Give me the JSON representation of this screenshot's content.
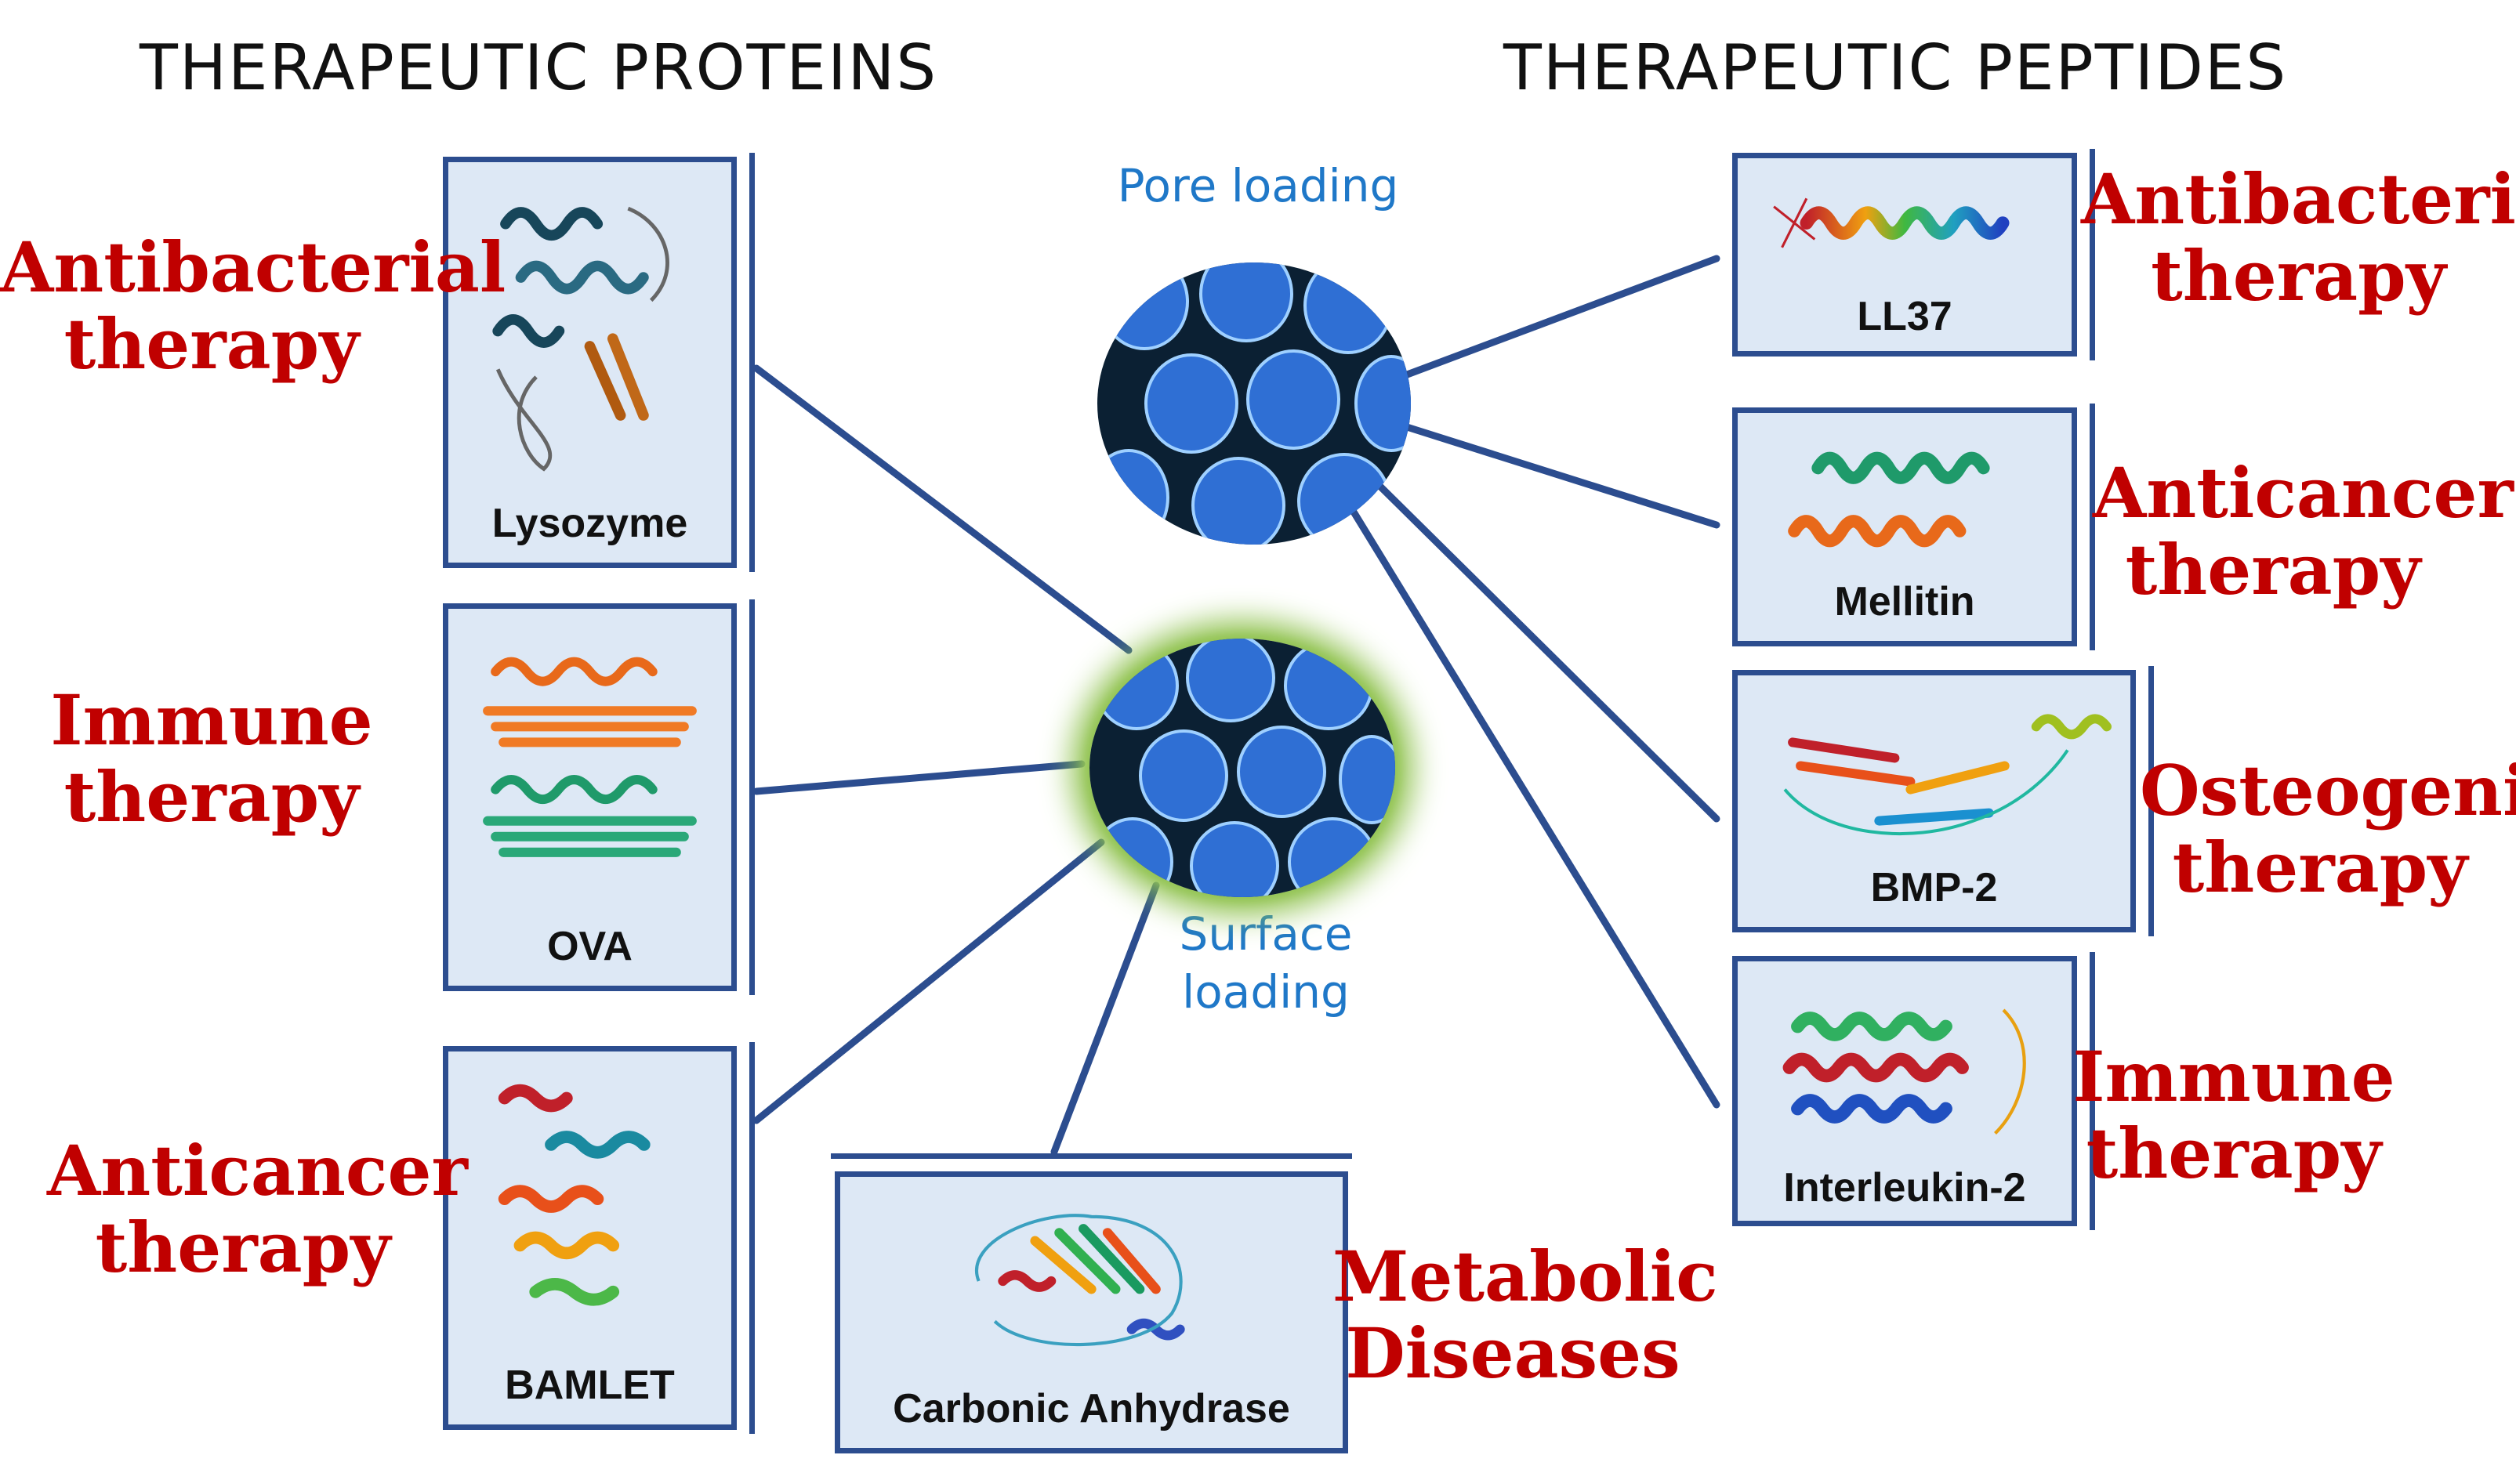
{
  "headings": {
    "proteins": "THERAPEUTIC PROTEINS",
    "peptides": "THERAPEUTIC PEPTIDES"
  },
  "loading": {
    "pore": "Pore loading",
    "surface": "Surface\nloading"
  },
  "proteins": [
    {
      "label": "Lysozyme",
      "therapy": "Antibacterial\ntherapy",
      "icon": "lysozyme-structure-icon"
    },
    {
      "label": "OVA",
      "therapy": "Immune\ntherapy",
      "icon": "ova-structure-icon"
    },
    {
      "label": "BAMLET",
      "therapy": "Anticancer\ntherapy",
      "icon": "bamlet-structure-icon"
    },
    {
      "label": "Carbonic Anhydrase",
      "therapy": "Metabolic\nDiseases",
      "icon": "carbonic-anhydrase-structure-icon"
    }
  ],
  "peptides": [
    {
      "label": "LL37",
      "therapy": "Antibacterial\ntherapy",
      "icon": "ll37-structure-icon"
    },
    {
      "label": "Mellitin",
      "therapy": "Anticancer\ntherapy",
      "icon": "mellitin-structure-icon"
    },
    {
      "label": "BMP-2",
      "therapy": "Osteogenic\ntherapy",
      "icon": "bmp2-structure-icon"
    },
    {
      "label": "Interleukin-2",
      "therapy": "Immune\ntherapy",
      "icon": "interleukin2-structure-icon"
    }
  ],
  "colors": {
    "connector": "#2c4d8f",
    "therapy_text": "#c00000",
    "loading_text": "#1f78c8",
    "box_fill": "#dde8f5",
    "surface_glow": "#8cc04a"
  }
}
